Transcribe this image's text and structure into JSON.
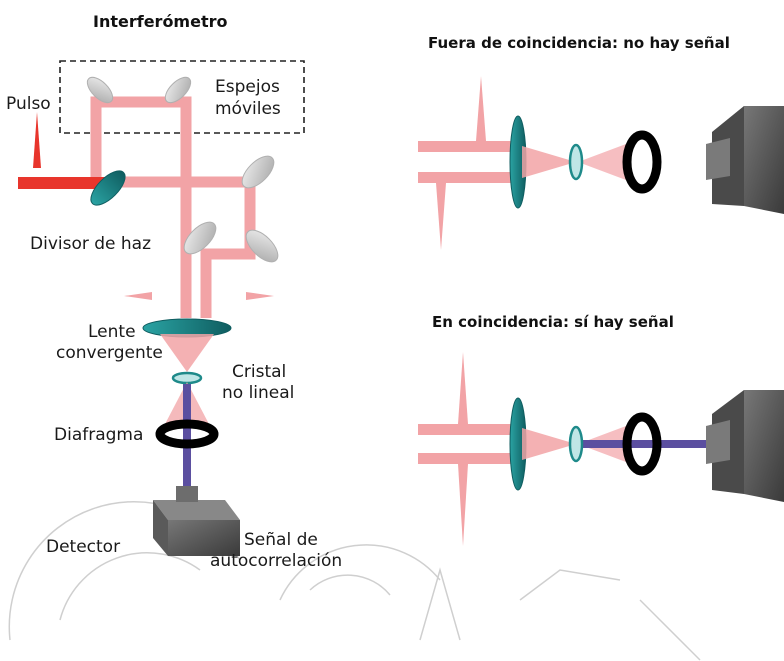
{
  "titles": {
    "left": "Interferómetro",
    "top_right": "Fuera de coincidencia: no hay señal",
    "bottom_right": "En coincidencia: sí hay señal"
  },
  "labels": {
    "pulse": "Pulso",
    "moving_mirrors_1": "Espejos",
    "moving_mirrors_2": "móviles",
    "beam_splitter": "Divisor de haz",
    "lens_1": "Lente",
    "lens_2": "convergente",
    "crystal_1": "Cristal",
    "crystal_2": "no lineal",
    "diaphragm": "Diafragma",
    "detector": "Detector",
    "signal_1": "Señal de",
    "signal_2": "autocorrelación"
  },
  "colors": {
    "beam": "#f2a3a6",
    "pulse": "#e8352c",
    "optics": "#1e8a8a",
    "mirror": "#c8c8c8",
    "detector": "#555555",
    "signal_beam": "#5b4fa0",
    "diaphragm": "#000000"
  }
}
